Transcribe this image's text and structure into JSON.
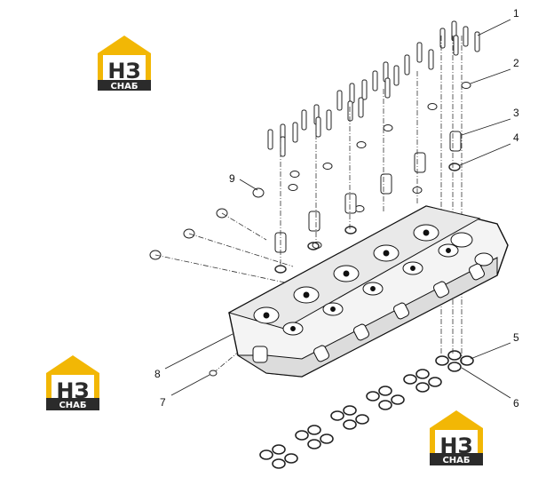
{
  "diagram": {
    "callouts": [
      {
        "id": "1",
        "label": "1"
      },
      {
        "id": "2",
        "label": "2"
      },
      {
        "id": "3",
        "label": "3"
      },
      {
        "id": "4",
        "label": "4"
      },
      {
        "id": "5",
        "label": "5"
      },
      {
        "id": "6",
        "label": "6"
      },
      {
        "id": "7",
        "label": "7"
      },
      {
        "id": "8",
        "label": "8"
      },
      {
        "id": "9",
        "label": "9"
      }
    ]
  },
  "watermark": {
    "top": "НЗ",
    "bottom": "СНАБ",
    "colors": {
      "roof": "#f2b705",
      "dark": "#2b2b2b",
      "plate": "#ffffff"
    }
  }
}
